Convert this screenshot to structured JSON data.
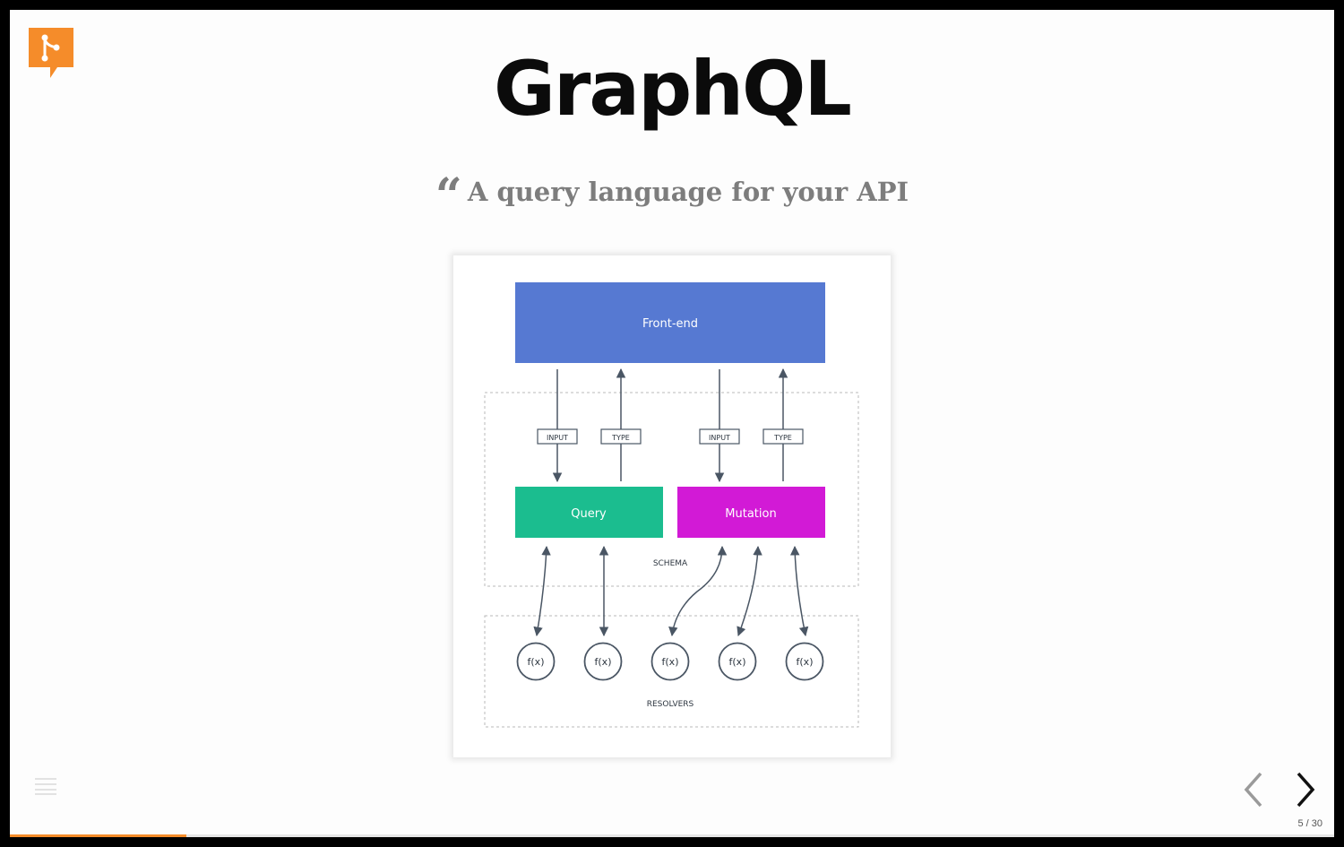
{
  "slide": {
    "title": "GraphQL",
    "quote": "A query language for your API",
    "quote_mark": "“"
  },
  "diagram": {
    "frontend_label": "Front-end",
    "query_label": "Query",
    "mutation_label": "Mutation",
    "input_label_1": "INPUT",
    "type_label_1": "TYPE",
    "input_label_2": "INPUT",
    "type_label_2": "TYPE",
    "schema_label": "SCHEMA",
    "resolvers_label": "RESOLVERS",
    "resolver_labels": [
      "f(x)",
      "f(x)",
      "f(x)",
      "f(x)",
      "f(x)"
    ]
  },
  "navigation": {
    "counter": "5 / 30",
    "progress": 0.1333
  },
  "colors": {
    "brand": "#f58c2a",
    "frontend": "#5679d2",
    "query": "#1bbd8f",
    "mutation": "#d21ad6",
    "arrow": "#4a5664"
  },
  "icons": {
    "logo": "git-branch-logo-icon",
    "menu": "hamburger-menu-icon",
    "prev": "chevron-left-icon",
    "next": "chevron-right-icon"
  }
}
